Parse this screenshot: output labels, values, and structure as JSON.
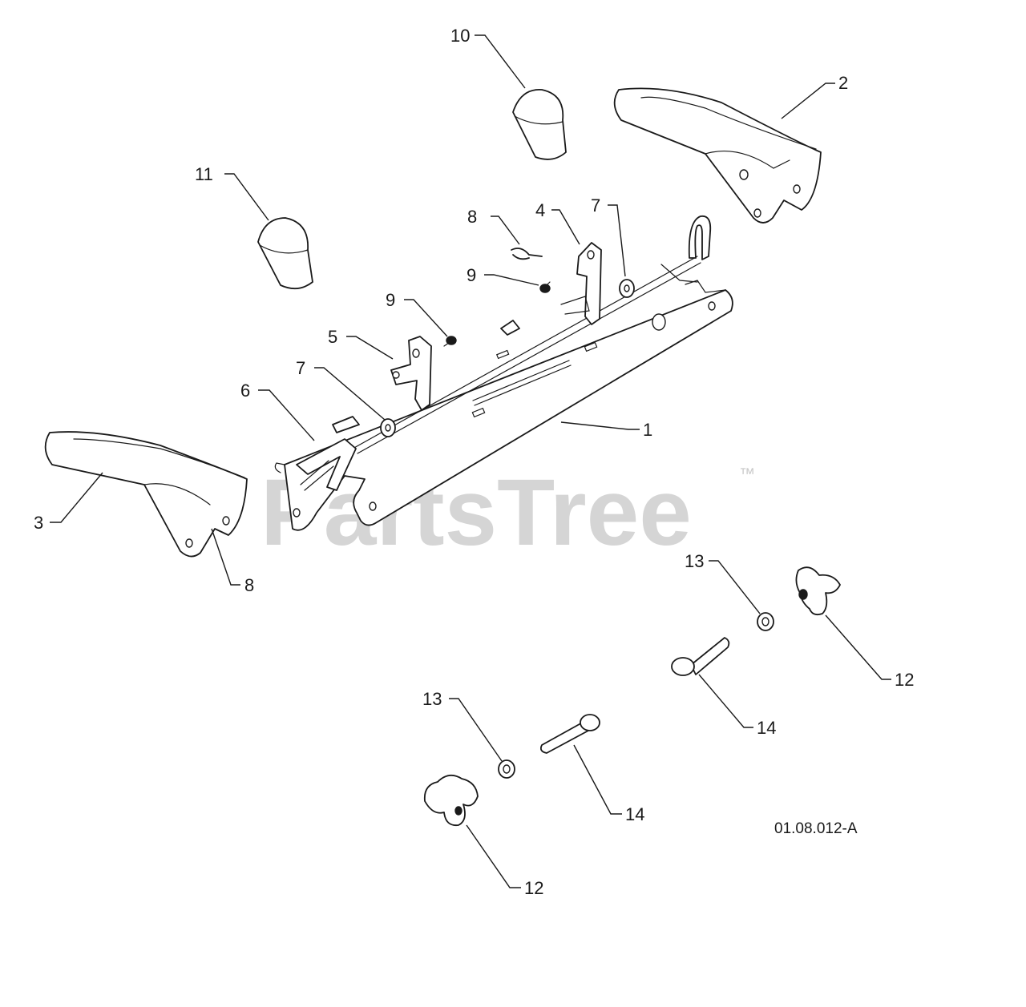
{
  "watermark": {
    "text": "PartsTree",
    "trademark": "™"
  },
  "drawing_code": "01.08.012-A",
  "callouts": {
    "c1": "1",
    "c2": "2",
    "c3": "3",
    "c4": "4",
    "c5": "5",
    "c6": "6",
    "c7a": "7",
    "c7b": "7",
    "c8a": "8",
    "c8b": "8",
    "c9a": "9",
    "c9b": "9",
    "c10": "10",
    "c11": "11",
    "c12a": "12",
    "c12b": "12",
    "c13a": "13",
    "c13b": "13",
    "c14a": "14",
    "c14b": "14"
  },
  "colors": {
    "line": "#1a1a1a",
    "watermark": "#c8c8c8",
    "background": "#ffffff"
  }
}
